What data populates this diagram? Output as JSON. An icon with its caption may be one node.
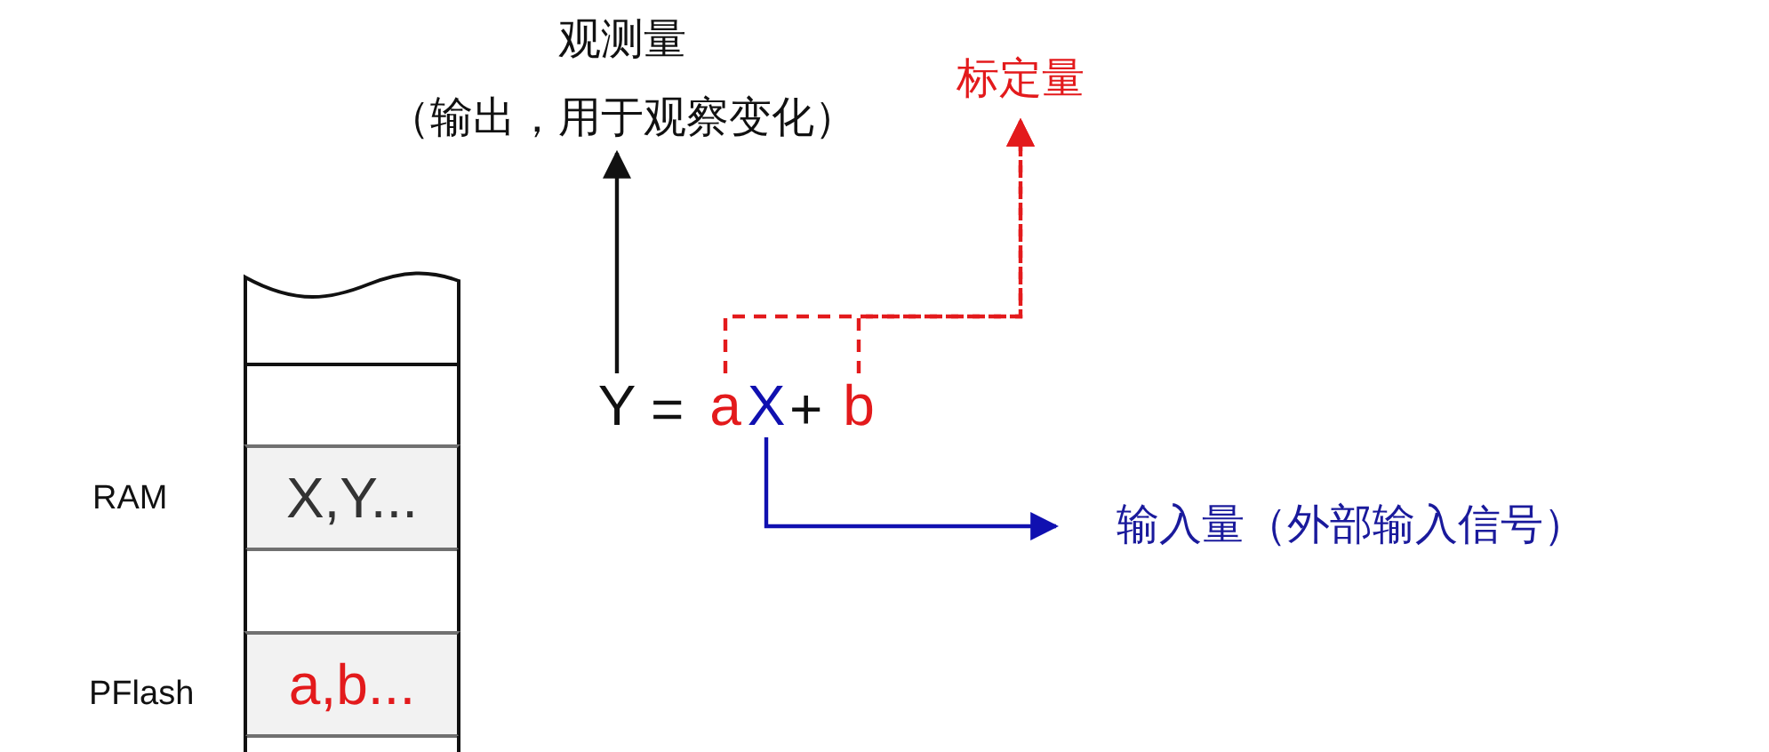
{
  "diagram": {
    "nodes": [
      {
        "text": [
          "观测量",
          "（输出，用于观察变化）"
        ]
      },
      {
        "text": [
          "标定量"
        ]
      },
      {
        "text": [],
        "shape": "box"
      },
      {
        "text": [],
        "shape": "box"
      },
      {
        "text": [
          "X,Y..."
        ],
        "beside": [
          "RAM"
        ]
      },
      {
        "text": [],
        "shape": "box"
      },
      {
        "text": [
          "a,b..."
        ],
        "beside": [
          "PFlash"
        ]
      },
      {
        "text": [],
        "shape": "box"
      },
      {
        "text": [
          "Y"
        ]
      },
      {
        "text": [
          "a"
        ]
      },
      {
        "text": [
          "X"
        ]
      },
      {
        "text": [
          "b"
        ]
      },
      {
        "text": [
          "输入量（外部输入信号）"
        ]
      }
    ],
    "edges": [
      {
        "from": 8,
        "to": 0,
        "arrow": "to",
        "color": "#111111"
      },
      {
        "from": 9,
        "to": 1,
        "arrow": "to",
        "style": "dashed",
        "color": "#e31a1c"
      },
      {
        "from": 11,
        "to": 1,
        "arrow": "to",
        "style": "dashed",
        "color": "#e31a1c"
      },
      {
        "from": 10,
        "to": 12,
        "arrow": "to",
        "color": "#1010b0"
      }
    ],
    "labels": [
      "=",
      "+"
    ]
  }
}
